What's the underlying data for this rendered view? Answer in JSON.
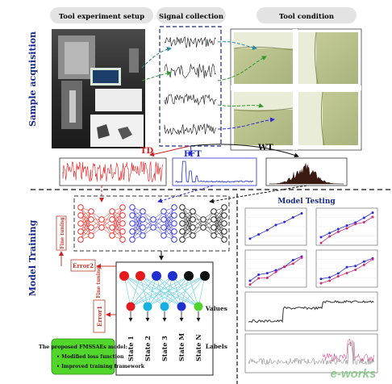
{
  "headers": {
    "setup": "Tool experiment setup",
    "signal": "Signal collection",
    "condition": "Tool condition"
  },
  "side_labels": {
    "acquisition": "Sample acquisition",
    "training": "Model Training"
  },
  "transforms": {
    "td": "TD",
    "fft": "FFT",
    "wt": "WT"
  },
  "training": {
    "fine_tuning_top": "Fine tuning",
    "fine_tuning_mid": "Fine tuning",
    "error1": "Error1",
    "error2": "Error2",
    "states": [
      "State 1",
      "State 2",
      "State 3",
      "State M",
      "State N"
    ]
  },
  "testing": {
    "title": "Model Testing",
    "values_label": "Values",
    "labels_label": "Labels"
  },
  "proposed": {
    "title": "The proposed FMSSAEs model:",
    "items": [
      "Modified loss function",
      "Improved training framework"
    ]
  },
  "watermark": "e-works",
  "colors": {
    "td": "#e41a1c",
    "fft": "#1f2fd0",
    "wt": "#000000",
    "network_red": "#e8211c",
    "network_blue": "#2a2ad8",
    "network_black": "#111111",
    "green_box": "#53d62b",
    "error_red": "#c0392b"
  }
}
